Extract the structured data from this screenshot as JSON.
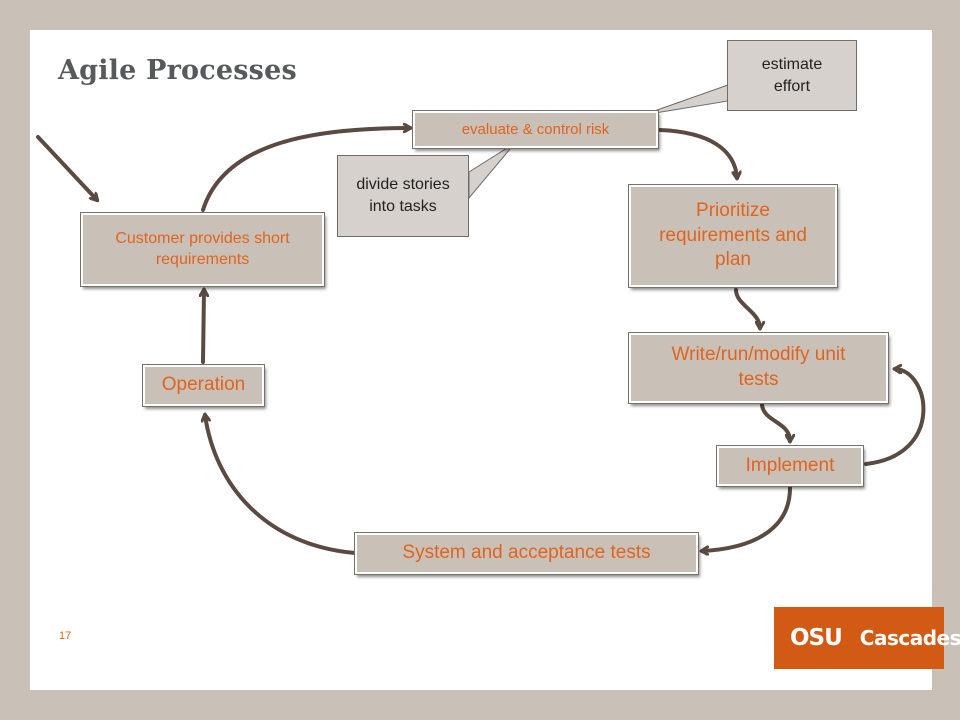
{
  "slide": {
    "title": "Agile Processes",
    "page_number": "17"
  },
  "nodes": {
    "customer": "Customer provides short requirements",
    "evaluate": "evaluate & control risk",
    "prioritize": "Prioritize requirements and plan",
    "write_tests": "Write/run/modify unit tests",
    "implement": "Implement",
    "system_tests": "System and acceptance tests",
    "operation": "Operation"
  },
  "callouts": {
    "estimate": "estimate effort",
    "divide": "divide stories into tasks"
  },
  "logo": {
    "left": "OSU",
    "right": "Cascades"
  },
  "colors": {
    "background": "#c9c0b8",
    "box_fill": "#c9c0b8",
    "box_text": "#e0641e",
    "arrow": "#5a4a42",
    "logo": "#d35a14"
  }
}
